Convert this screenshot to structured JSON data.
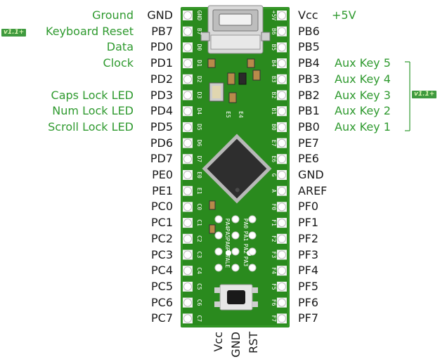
{
  "left_pins": [
    "GND",
    "PB7",
    "PD0",
    "PD1",
    "PD2",
    "PD3",
    "PD4",
    "PD5",
    "PD6",
    "PD7",
    "PE0",
    "PE1",
    "PC0",
    "PC1",
    "PC2",
    "PC3",
    "PC4",
    "PC5",
    "PC6",
    "PC7"
  ],
  "right_pins": [
    "Vcc",
    "PB6",
    "PB5",
    "PB4",
    "PB3",
    "PB2",
    "PB1",
    "PB0",
    "PE7",
    "PE6",
    "GND",
    "AREF",
    "PF0",
    "PF1",
    "PF2",
    "PF3",
    "PF4",
    "PF5",
    "PF6",
    "PF7"
  ],
  "left_functions": [
    {
      "row": 0,
      "text": "Ground"
    },
    {
      "row": 1,
      "text": "Keyboard Reset"
    },
    {
      "row": 2,
      "text": "Data"
    },
    {
      "row": 3,
      "text": "Clock"
    },
    {
      "row": 5,
      "text": "Caps Lock LED"
    },
    {
      "row": 6,
      "text": "Num Lock LED"
    },
    {
      "row": 7,
      "text": "Scroll Lock LED"
    }
  ],
  "right_functions": [
    {
      "row": 0,
      "text": "+5V"
    },
    {
      "row": 3,
      "text": "Aux Key 5"
    },
    {
      "row": 4,
      "text": "Aux Key 4"
    },
    {
      "row": 5,
      "text": "Aux Key 3"
    },
    {
      "row": 6,
      "text": "Aux Key 2"
    },
    {
      "row": 7,
      "text": "Aux Key 1"
    }
  ],
  "badges": {
    "keyboard_reset": "v1.1+",
    "aux_keys": "v1.1+"
  },
  "bottom_pins": [
    "Vcc",
    "GND",
    "RST"
  ],
  "silk_left": [
    "GND",
    "B7",
    "D0",
    "D1",
    "D2",
    "D3",
    "D4",
    "D5",
    "D6",
    "D7",
    "E0",
    "E1",
    "C0",
    "C1",
    "C2",
    "C3",
    "C4",
    "C5",
    "C6",
    "C7"
  ],
  "silk_right": [
    "+5V",
    "B6",
    "B5",
    "B4",
    "B3",
    "B2",
    "B1",
    "B0",
    "E7",
    "E6",
    "G",
    "A",
    "F0",
    "F1",
    "F2",
    "F3",
    "F4",
    "F5",
    "F6",
    "F7"
  ],
  "silk_inner_left": [
    "PA4",
    "PA5",
    "PA6",
    "PA7",
    "ALE"
  ],
  "silk_inner_right": [
    "PA0",
    "PA1",
    "PA2",
    "PA3"
  ],
  "silk_misc": [
    "E5",
    "E4"
  ],
  "colors": {
    "board": "#2a8a1e",
    "board_dark": "#1e6b15",
    "pad": "#ffffff",
    "chip": "#2e2e2e",
    "label_green": "#2f9a2f",
    "badge": "#3f9a3f"
  }
}
